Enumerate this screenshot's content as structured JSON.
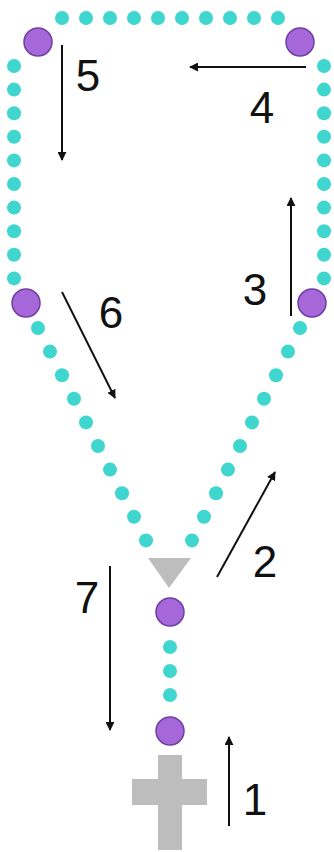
{
  "diagram": {
    "labels": [
      "5",
      "4",
      "3",
      "6",
      "2",
      "7",
      "1"
    ]
  }
}
